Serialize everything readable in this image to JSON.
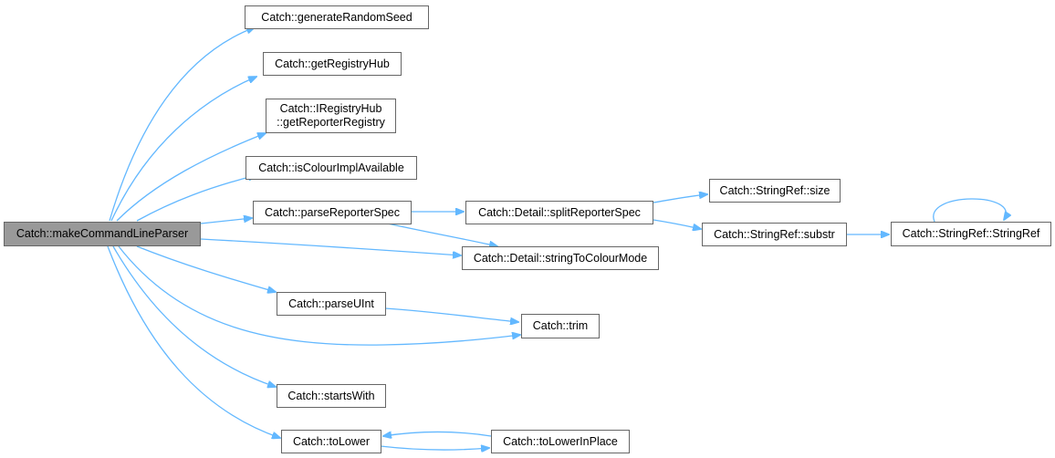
{
  "nodes": {
    "make_command_line_parser": {
      "label": "Catch::makeCommandLineParser"
    },
    "generate_random_seed": {
      "label": "Catch::generateRandomSeed"
    },
    "get_registry_hub": {
      "label": "Catch::getRegistryHub"
    },
    "get_reporter_registry": {
      "label": "Catch::IRegistryHub\n::getReporterRegistry"
    },
    "is_colour_impl_available": {
      "label": "Catch::isColourImplAvailable"
    },
    "parse_reporter_spec": {
      "label": "Catch::parseReporterSpec"
    },
    "split_reporter_spec": {
      "label": "Catch::Detail::splitReporterSpec"
    },
    "string_ref_size": {
      "label": "Catch::StringRef::size"
    },
    "string_ref_substr": {
      "label": "Catch::StringRef::substr"
    },
    "string_ref_ctor": {
      "label": "Catch::StringRef::StringRef"
    },
    "string_to_colour_mode": {
      "label": "Catch::Detail::stringToColourMode"
    },
    "parse_uint": {
      "label": "Catch::parseUInt"
    },
    "trim": {
      "label": "Catch::trim"
    },
    "starts_with": {
      "label": "Catch::startsWith"
    },
    "to_lower": {
      "label": "Catch::toLower"
    },
    "to_lower_in_place": {
      "label": "Catch::toLowerInPlace"
    }
  },
  "colors": {
    "edge": "#63b8ff",
    "node_border": "#666666",
    "root_fill": "#999999",
    "node_fill": "#ffffff"
  }
}
